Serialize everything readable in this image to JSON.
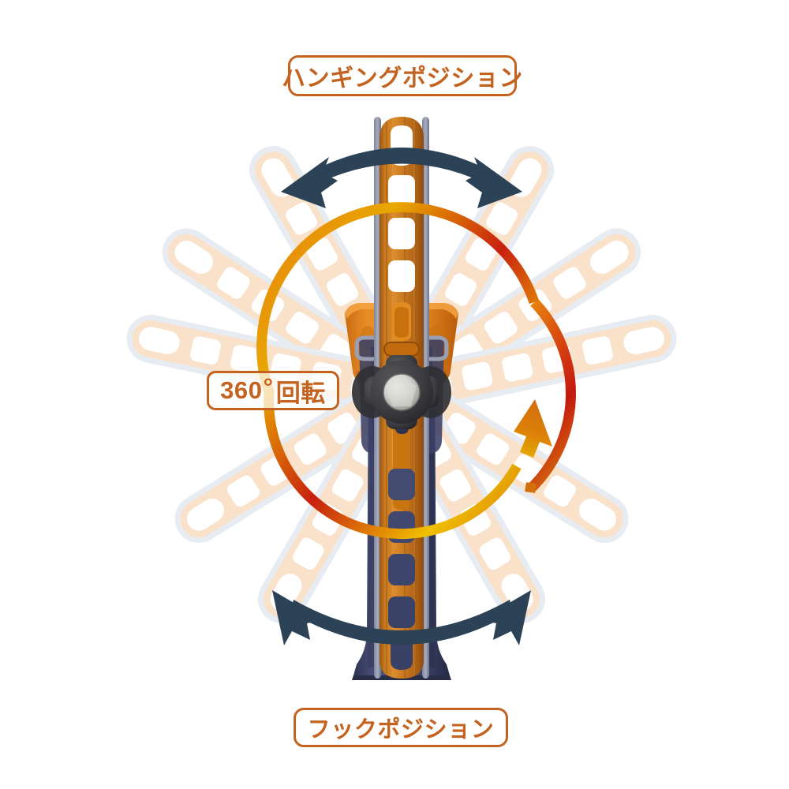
{
  "diagram": {
    "title_top": "ハンギングポジション",
    "title_bottom": "フックポジション",
    "rotation_label_number": "360",
    "rotation_label_degree": "°",
    "rotation_label_word": "回転",
    "background_color": "#ffffff"
  },
  "colors": {
    "badge_border": "#C4631F",
    "badge_text": "#C4631F",
    "arc_arrow": "#2C4257",
    "arm_orange_light": "#E8923A",
    "arm_orange_mid": "#D07A24",
    "arm_orange_dark": "#A85A16",
    "ghost_arm_fill": "#FAE0C8",
    "ghost_arm_outline": "#E9EDF2",
    "body_navy": "#3A4263",
    "body_navy_dark": "#2A3050",
    "knob_dark": "#3A3A3C",
    "knob_metal": "#C9C9C6",
    "ring_orange": "#E8860F",
    "ring_red": "#C8241A",
    "ring_yellow": "#F0C200"
  },
  "elements": {
    "center_pivot": "rotation knob",
    "main_arm": "ladder strap arm vertical",
    "ghost_arms": [
      {
        "name": "ghost-arm-up-left-30",
        "angle_deg": -30
      },
      {
        "name": "ghost-arm-up-left-57",
        "angle_deg": -57
      },
      {
        "name": "ghost-arm-left-75",
        "angle_deg": -75
      },
      {
        "name": "ghost-arm-up-right-30",
        "angle_deg": 30
      },
      {
        "name": "ghost-arm-up-right-57",
        "angle_deg": 57
      },
      {
        "name": "ghost-arm-right-75",
        "angle_deg": 75
      },
      {
        "name": "ghost-arm-down-left-120",
        "angle_deg": -122
      },
      {
        "name": "ghost-arm-down-left-150",
        "angle_deg": -150
      },
      {
        "name": "ghost-arm-down-right-120",
        "angle_deg": 122
      },
      {
        "name": "ghost-arm-down-right-150",
        "angle_deg": 150
      }
    ],
    "arc_arrow_top": "double headed arc arrow above pivot",
    "arc_arrow_bottom": "double headed arc arrow below pivot",
    "rotation_ring": "360 degree circular gradient arrow"
  }
}
